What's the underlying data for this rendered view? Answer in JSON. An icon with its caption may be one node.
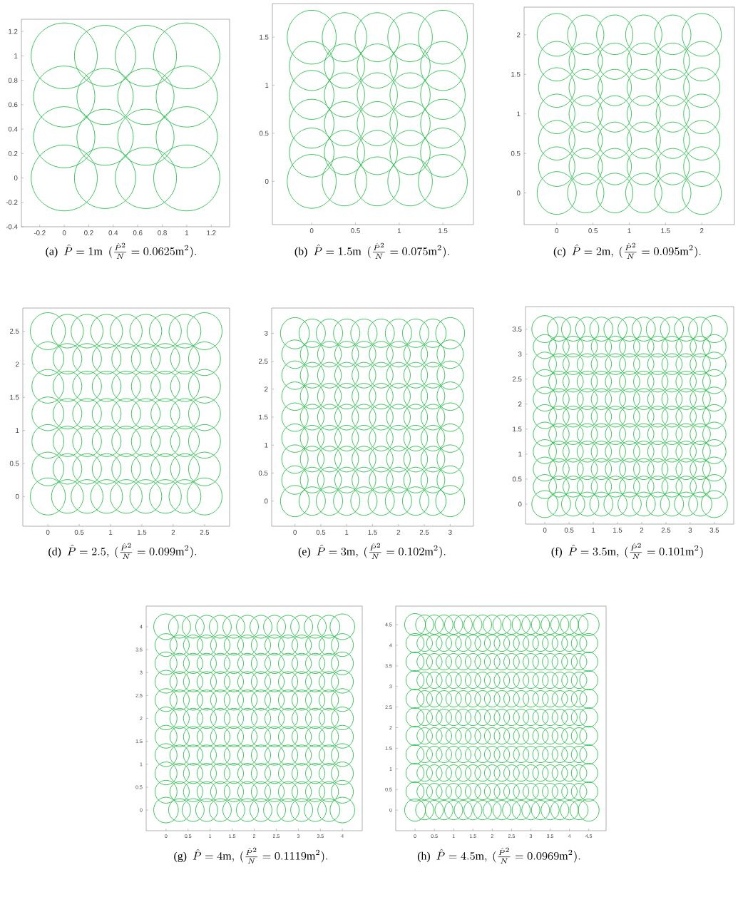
{
  "diagram": {
    "labels": [
      "1.2",
      "1",
      "0.8",
      "0.6",
      "0.4",
      "0.2",
      "0",
      "-0.2",
      "-0.4",
      "-0.2",
      "0",
      "0.2",
      "0.4",
      "0.6",
      "0.8",
      "1",
      "1.2",
      "\\text{(a)}\\ \\ \\hat{P} = 1\\text{m}\\ \\ (\\tfrac{\\hat{P}^2}{N} = 0.0625\\text{m}^2).",
      "1.5",
      "1",
      "0.5",
      "0",
      "0",
      "0.5",
      "1",
      "1.5",
      "\\text{(b)}\\ \\ \\hat{P} = 1.5\\text{m}\\ \\ (\\tfrac{\\hat{P}^2}{N} = 0.075\\text{m}^2).",
      "2",
      "1.5",
      "1",
      "0.5",
      "0",
      "0",
      "0.5",
      "1",
      "1.5",
      "2",
      "\\text{(c)}\\ \\ \\hat{P} = 2\\text{m},\\ (\\tfrac{\\hat{P}^2}{N} = 0.095\\text{m}^2).",
      "2.5",
      "2",
      "1.5",
      "1",
      "0.5",
      "0",
      "0",
      "0.5",
      "1",
      "1.5",
      "2",
      "2.5",
      "\\text{(d)}\\ \\ \\hat{P} = 2.5,\\ (\\tfrac{\\hat{P}^2}{N} = 0.099\\text{m}^2).",
      "3",
      "2.5",
      "2",
      "1.5",
      "1",
      "0.5",
      "0",
      "0",
      "0.5",
      "1",
      "1.5",
      "2",
      "2.5",
      "3",
      "\\text{(e)}\\ \\ \\hat{P} = 3\\text{m},\\ (\\tfrac{\\hat{P}^2}{N} = 0.102\\text{m}^2).",
      "3.5",
      "3",
      "2.5",
      "2",
      "1.5",
      "1",
      "0.5",
      "0",
      "0",
      "0.5",
      "1",
      "1.5",
      "2",
      "2.5",
      "3",
      "3.5",
      "\\text{(f)}\\ \\ \\hat{P} = 3.5\\text{m},\\ (\\tfrac{\\hat{P}^2}{N} = 0.101\\text{m}^2)",
      "4",
      "3.5",
      "3",
      "2.5",
      "2",
      "1.5",
      "1",
      "0.5",
      "0",
      "0",
      "0.5",
      "1",
      "1.5",
      "2",
      "2.5",
      "3",
      "3.5",
      "4",
      "\\text{(g)}\\ \\ \\hat{P} = 4\\text{m},\\ (\\tfrac{\\hat{P}^2}{N} = 0.1119\\text{m}^2).",
      "4.5",
      "4",
      "3.5",
      "3",
      "2.5",
      "2",
      "1.5",
      "1",
      "0.5",
      "0",
      "0",
      "0.5",
      "1",
      "1.5",
      "2",
      "2.5",
      "3",
      "3.5",
      "4",
      "4.5",
      "\\text{(h)}\\ \\ \\hat{P} = 4.5\\text{m},\\ (\\tfrac{\\hat{P}^2}{N} = 0.0969\\text{m}^2)."
    ]
  }
}
